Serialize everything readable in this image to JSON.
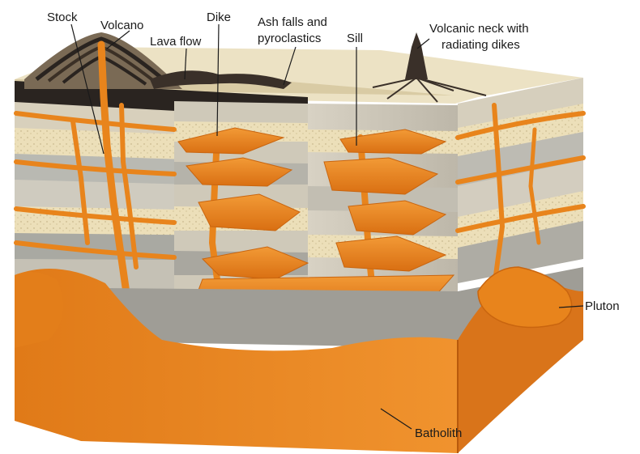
{
  "labels": {
    "stock": "Stock",
    "volcano": "Volcano",
    "lava_flow": "Lava flow",
    "dike": "Dike",
    "ash_falls_1": "Ash falls and",
    "ash_falls_2": "pyroclastics",
    "sill": "Sill",
    "volcanic_neck_1": "Volcanic neck with",
    "volcanic_neck_2": "radiating dikes",
    "pluton": "Pluton",
    "batholith": "Batholith"
  },
  "colors": {
    "magma": "#e8841c",
    "magma_dark": "#c9650f",
    "magma_light": "#f4a648",
    "tan": "#eadbb0",
    "gray": "#b7b7b1",
    "dark_gray": "#9a9a94",
    "ash": "#2a2420"
  }
}
